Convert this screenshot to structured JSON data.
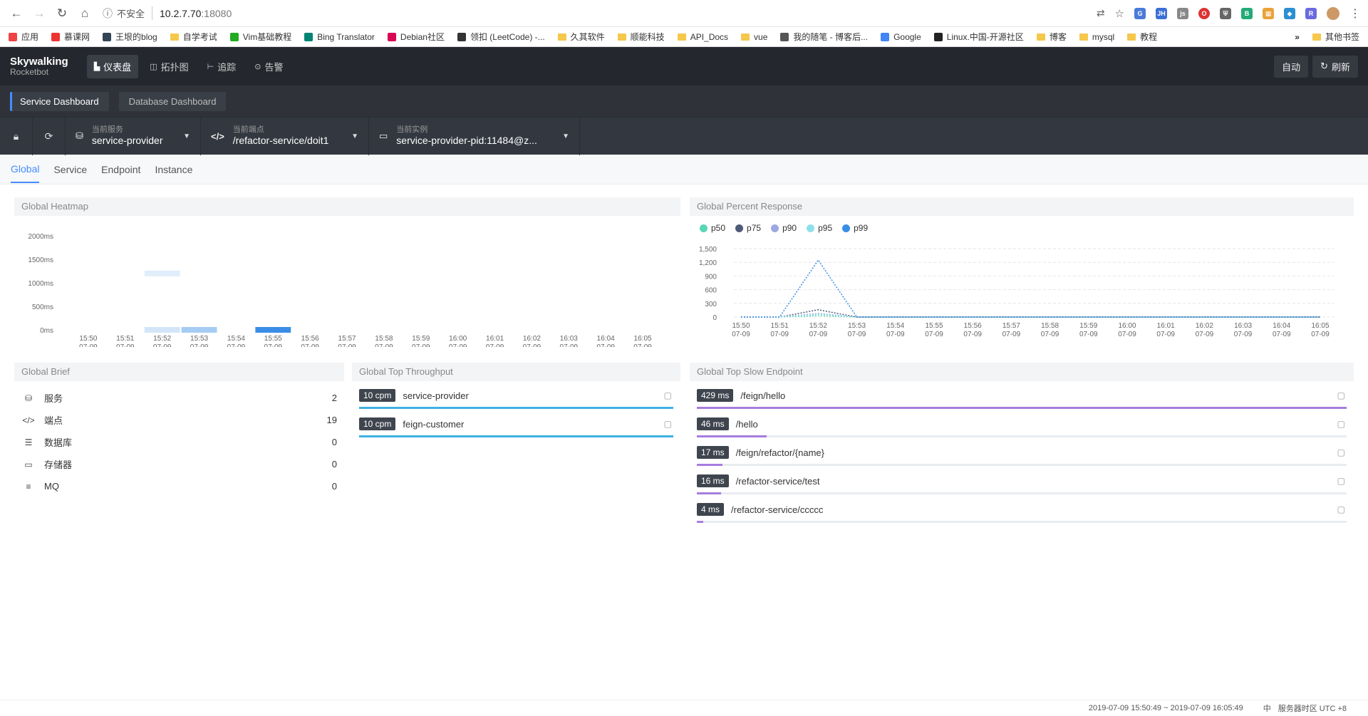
{
  "browser": {
    "insecure_label": "不安全",
    "url_host": "10.2.7.70",
    "url_port": ":18080",
    "bookmarks": [
      {
        "label": "应用",
        "color": "#e44"
      },
      {
        "label": "慕课网",
        "color": "#e33"
      },
      {
        "label": "王垠的blog",
        "color": "#345"
      },
      {
        "label": "自学考试",
        "color": "folder"
      },
      {
        "label": "Vim基础教程",
        "color": "#2a2"
      },
      {
        "label": "Bing Translator",
        "color": "#008373"
      },
      {
        "label": "Debian社区",
        "color": "#d70751"
      },
      {
        "label": "领扣 (LeetCode) -...",
        "color": "#333"
      },
      {
        "label": "久其软件",
        "color": "folder"
      },
      {
        "label": "顺能科技",
        "color": "folder"
      },
      {
        "label": "API_Docs",
        "color": "folder"
      },
      {
        "label": "vue",
        "color": "folder"
      },
      {
        "label": "我的随笔 - 博客后...",
        "color": "#555"
      },
      {
        "label": "Google",
        "color": "#4285f4"
      },
      {
        "label": "Linux.中国-开源社区",
        "color": "#222"
      },
      {
        "label": "博客",
        "color": "folder"
      },
      {
        "label": "mysql",
        "color": "folder"
      },
      {
        "label": "教程",
        "color": "folder"
      }
    ],
    "more_label": "»",
    "other_bookmarks": "其他书签"
  },
  "header": {
    "logo_line1": "Skywalking",
    "logo_line2": "Rocketbot",
    "nav": [
      {
        "label": "仪表盘",
        "icon": "dashboard-icon",
        "glyph": "▙",
        "active": true
      },
      {
        "label": "拓扑图",
        "icon": "topology-icon",
        "glyph": "◫",
        "active": false
      },
      {
        "label": "追踪",
        "icon": "trace-icon",
        "glyph": "⊢",
        "active": false
      },
      {
        "label": "告警",
        "icon": "alarm-icon",
        "glyph": "⊙",
        "active": false
      }
    ],
    "auto_label": "自动",
    "refresh_label": "刷新"
  },
  "dashboard_tabs": [
    {
      "label": "Service Dashboard",
      "active": true
    },
    {
      "label": "Database Dashboard",
      "active": false
    }
  ],
  "selectors": {
    "service_label": "当前服务",
    "service_value": "service-provider",
    "endpoint_label": "当前端点",
    "endpoint_value": "/refactor-service/doit1",
    "instance_label": "当前实例",
    "instance_value": "service-provider-pid:11484@z..."
  },
  "sub_tabs": [
    {
      "label": "Global",
      "active": true
    },
    {
      "label": "Service",
      "active": false
    },
    {
      "label": "Endpoint",
      "active": false
    },
    {
      "label": "Instance",
      "active": false
    }
  ],
  "panels": {
    "heatmap_title": "Global Heatmap",
    "percent_title": "Global Percent Response",
    "brief_title": "Global Brief",
    "throughput_title": "Global Top Throughput",
    "slow_title": "Global Top Slow Endpoint"
  },
  "brief": [
    {
      "label": "服务",
      "value": "2",
      "icon": "service-icon"
    },
    {
      "label": "端点",
      "value": "19",
      "icon": "endpoint-icon"
    },
    {
      "label": "数据库",
      "value": "0",
      "icon": "database-icon"
    },
    {
      "label": "存储器",
      "value": "0",
      "icon": "storage-icon"
    },
    {
      "label": "MQ",
      "value": "0",
      "icon": "mq-icon"
    }
  ],
  "throughput": [
    {
      "badge": "10 cpm",
      "name": "service-provider",
      "fraction": 1.0
    },
    {
      "badge": "10 cpm",
      "name": "feign-customer",
      "fraction": 1.0
    }
  ],
  "slow_endpoints": [
    {
      "badge": "429 ms",
      "name": "/feign/hello",
      "fraction": 1.0
    },
    {
      "badge": "46 ms",
      "name": "/hello",
      "fraction": 0.107
    },
    {
      "badge": "17 ms",
      "name": "/feign/refactor/{name}",
      "fraction": 0.04
    },
    {
      "badge": "16 ms",
      "name": "/refactor-service/test",
      "fraction": 0.037
    },
    {
      "badge": "4 ms",
      "name": "/refactor-service/ccccc",
      "fraction": 0.009
    }
  ],
  "footer": {
    "time_range": "2019-07-09 15:50:49 ~ 2019-07-09 16:05:49",
    "lang": "中",
    "timezone": "服务器时区 UTC +8"
  },
  "chart_data": [
    {
      "type": "heatmap",
      "title": "Global Heatmap",
      "x_labels": [
        "15:50",
        "15:51",
        "15:52",
        "15:53",
        "15:54",
        "15:55",
        "15:56",
        "15:57",
        "15:58",
        "15:59",
        "16:00",
        "16:01",
        "16:02",
        "16:03",
        "16:04",
        "16:05"
      ],
      "x_sublabel": "07-09",
      "y_labels": [
        "0ms",
        "500ms",
        "1000ms",
        "1500ms",
        "2000ms"
      ],
      "cells": [
        {
          "x": "15:52",
          "y_ms": 0,
          "intensity": 0.15
        },
        {
          "x": "15:52",
          "y_ms": 1200,
          "intensity": 0.08
        },
        {
          "x": "15:53",
          "y_ms": 0,
          "intensity": 0.4
        },
        {
          "x": "15:55",
          "y_ms": 0,
          "intensity": 1.0
        }
      ],
      "colors": {
        "low": "#eef5fc",
        "high": "#3a8ee6"
      }
    },
    {
      "type": "line",
      "title": "Global Percent Response",
      "x": [
        "15:50",
        "15:51",
        "15:52",
        "15:53",
        "15:54",
        "15:55",
        "15:56",
        "15:57",
        "15:58",
        "15:59",
        "16:00",
        "16:01",
        "16:02",
        "16:03",
        "16:04",
        "16:05"
      ],
      "x_sublabel": "07-09",
      "ylim": [
        0,
        1500
      ],
      "y_ticks": [
        "0",
        "300",
        "600",
        "900",
        "1,200",
        "1,500"
      ],
      "series": [
        {
          "name": "p50",
          "color": "#59d6b4",
          "values": [
            0,
            0,
            30,
            0,
            0,
            0,
            0,
            0,
            0,
            0,
            0,
            0,
            0,
            0,
            0,
            0
          ]
        },
        {
          "name": "p75",
          "color": "#4e5a78",
          "values": [
            0,
            0,
            160,
            0,
            0,
            0,
            0,
            0,
            0,
            0,
            0,
            0,
            0,
            0,
            0,
            0
          ]
        },
        {
          "name": "p90",
          "color": "#9ea8e0",
          "values": [
            0,
            0,
            80,
            0,
            0,
            0,
            0,
            0,
            0,
            0,
            0,
            0,
            0,
            0,
            0,
            0
          ]
        },
        {
          "name": "p95",
          "color": "#8ee0e8",
          "values": [
            0,
            0,
            60,
            0,
            0,
            0,
            0,
            0,
            0,
            0,
            0,
            0,
            0,
            0,
            0,
            0
          ]
        },
        {
          "name": "p99",
          "color": "#3a8ee6",
          "values": [
            0,
            0,
            1250,
            0,
            0,
            0,
            0,
            0,
            0,
            0,
            0,
            0,
            0,
            0,
            0,
            0
          ]
        }
      ]
    }
  ]
}
